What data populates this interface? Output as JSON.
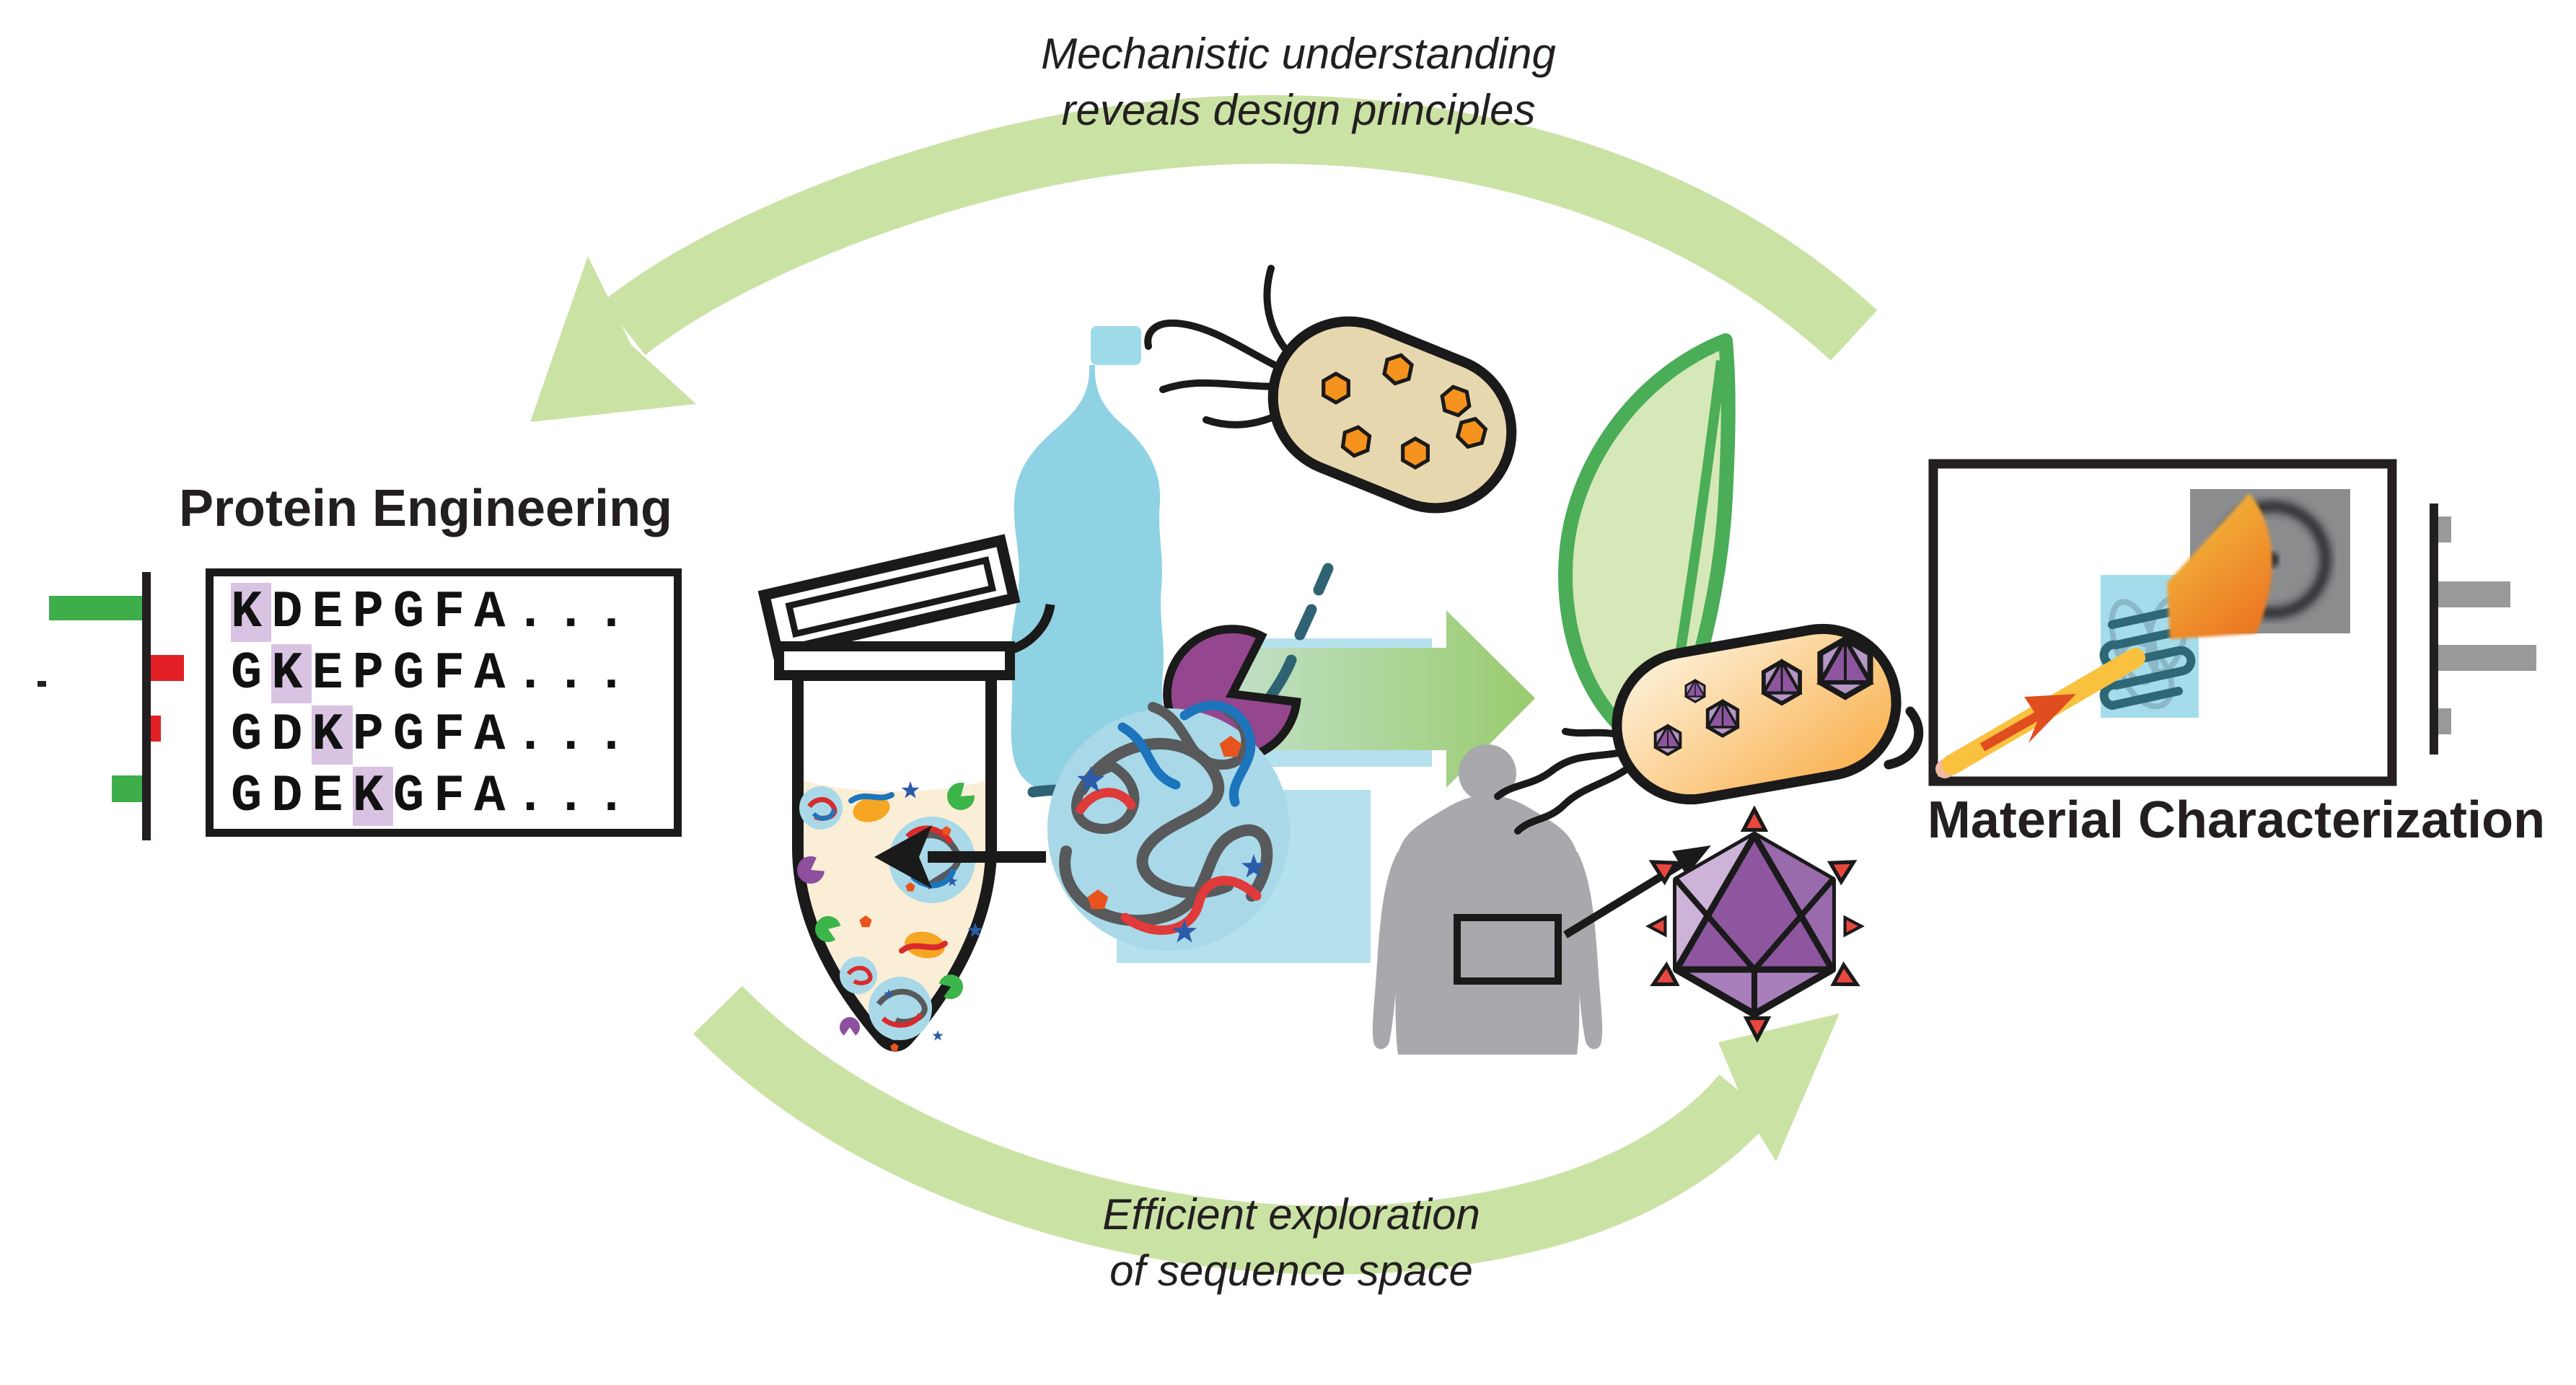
{
  "cycle": {
    "top_caption_line1": "Mechanistic understanding",
    "top_caption_line2": "reveals design principles",
    "bottom_caption_line1": "Efficient exploration",
    "bottom_caption_line2": "of sequence space",
    "arrow_color": "#cbe2a5"
  },
  "protein_engineering": {
    "title": "Protein Engineering",
    "alignment_rows": [
      {
        "pre": "",
        "hl": "K",
        "post": "DEPGFA..."
      },
      {
        "pre": "G",
        "hl": "K",
        "post": "EPGFA..."
      },
      {
        "pre": "GD",
        "hl": "K",
        "post": "PGFA..."
      },
      {
        "pre": "GDE",
        "hl": "K",
        "post": "GFA..."
      }
    ],
    "highlight_color": "#d9c3e2"
  },
  "material_characterization": {
    "title": "Material Characterization"
  },
  "chart_data": [
    {
      "type": "bar",
      "name": "variant-property-chart",
      "orientation": "horizontal",
      "categories": [
        "KDEPGFA...",
        "GKEPGFA...",
        "GDKPGFA...",
        "GDEKGFA..."
      ],
      "values": [
        1.0,
        -0.36,
        -0.1,
        0.33
      ],
      "colors": [
        "#3dae49",
        "#e31f26",
        "#e31f26",
        "#3dae49"
      ],
      "title": "",
      "xlabel": "",
      "ylabel": "",
      "note": "Unlabeled mini chart beside sequence alignment; green bars extend left of the vertical axis, red bars extend right."
    },
    {
      "type": "bar",
      "name": "scattering-intensity-chart",
      "orientation": "horizontal",
      "categories": [
        "",
        "",
        "",
        ""
      ],
      "values": [
        0.13,
        0.74,
        1.0,
        0.13
      ],
      "colors": [
        "#98999b",
        "#98999b",
        "#98999b",
        "#98999b"
      ],
      "title": "",
      "xlabel": "",
      "ylabel": "",
      "note": "Unlabeled gray intensity bars on a vertical axis to the right of the material characterization box."
    }
  ],
  "colors": {
    "cycle_arrow_green": "#cbe2a5",
    "bar_green": "#3dae49",
    "bar_red": "#e31f26",
    "bar_gray": "#98999b",
    "sequence_highlight": "#d9c3e2",
    "bottle_blue": "#8fd2e3",
    "plastic_blue": "#b5e0ee",
    "bacterium_tan": "#e7d7af",
    "hexagon_orange": "#f6921e",
    "enzyme_purple": "#94478f",
    "polymer_teal": "#2f6373",
    "leaf_green": "#4bad57",
    "leaf_fill": "#d6e8b8",
    "tube_liquid": "#fbeed6",
    "condensate_blue": "#a9d9e8",
    "human_gray": "#a7a9ac",
    "capsid_purple": "#8d569f",
    "vertex_red": "#e8473f",
    "detector_gray": "#8a8c8e",
    "sample_blue": "#a5dcec",
    "beam_yellow": "#f9c13e",
    "beam_arrow_red": "#e04e1f",
    "outline_black": "#1a1a1a"
  },
  "icons": [
    "cycle-arrow-top-icon",
    "cycle-arrow-bottom-icon",
    "plastic-bottle-icon",
    "degrader-bacterium-icon",
    "enzyme-pacman-icon",
    "polymer-chain-icon",
    "leaf-icon",
    "conversion-arrow-icon",
    "microcentrifuge-tube-icon",
    "protein-condensate-icon",
    "zoom-arrow-icon",
    "human-silhouette-icon",
    "implant-site-rectangle-icon",
    "engineered-bacterium-icon",
    "virus-capsid-icon",
    "scattering-box-icon",
    "detector-icon",
    "diffraction-ring-icon",
    "sample-icon",
    "xray-beam-icon",
    "intensity-bars-icon",
    "fitness-bars-icon"
  ]
}
